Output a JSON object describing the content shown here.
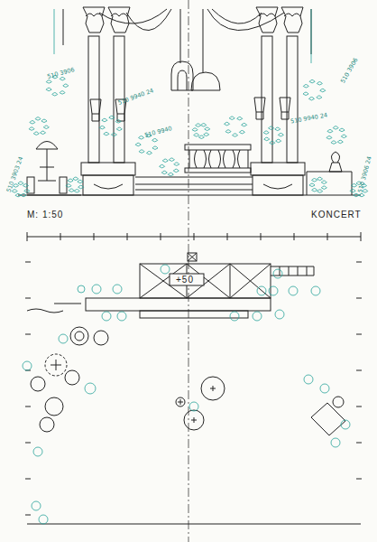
{
  "diagram": {
    "title": "KONCERT",
    "labels": [
      "M: 1:50",
      "+50",
      "510 3906",
      "510 3906",
      "510 9940 24",
      "510 9940 24",
      "510 9940",
      "510 3903 24",
      "510 3906 24"
    ]
  }
}
